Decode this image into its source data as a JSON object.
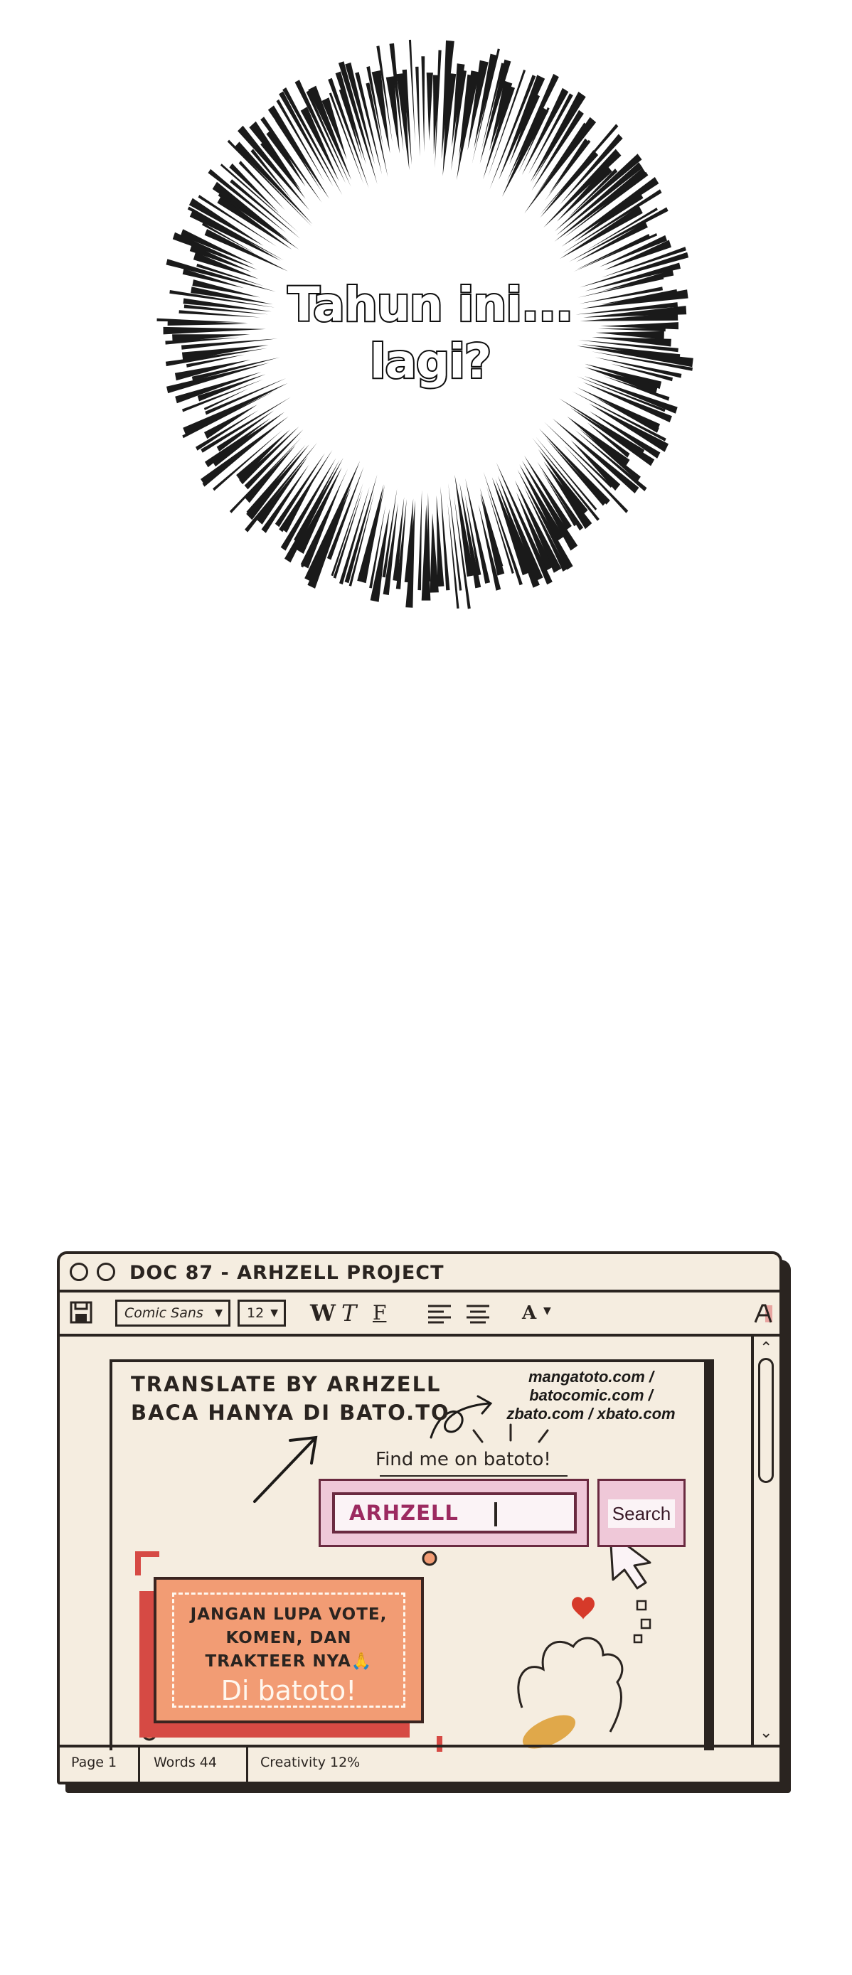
{
  "speech_bubble": {
    "line1": "Tahun ini...",
    "line2": "lagi?"
  },
  "window": {
    "title": "DOC 87 - ARHZELL PROJECT",
    "toolbar": {
      "font_family": "Comic Sans",
      "font_size": "12",
      "bold_label": "W",
      "italic_label": "T",
      "underline_label": "F",
      "font_color_label": "A"
    },
    "page": {
      "credit_line_1": "TRANSLATE BY ARHZELL",
      "credit_line_2": "BACA HANYA DI BATO.TO",
      "mirror_sites": [
        "mangatoto.com /",
        "batocomic.com /",
        "zbato.com / xbato.com"
      ],
      "find_me": "Find me on batoto!",
      "search_value": "ARHZELL",
      "search_button": "Search",
      "note_lines": [
        "JANGAN LUPA VOTE,",
        "KOMEN, DAN",
        "TRAKTEER NYA🙏"
      ],
      "note_cta": "Di batoto!"
    },
    "status_bar": {
      "page": "Page 1",
      "words": "Words 44",
      "creativity": "Creativity 12%"
    }
  },
  "colors": {
    "ink": "#2a2420",
    "paper": "#f5ede0",
    "pink_frame": "#efc8d8",
    "search_text": "#9c2a60",
    "note_orange": "#f29c74",
    "note_red": "#d64a44",
    "heart": "#d63a2a"
  }
}
